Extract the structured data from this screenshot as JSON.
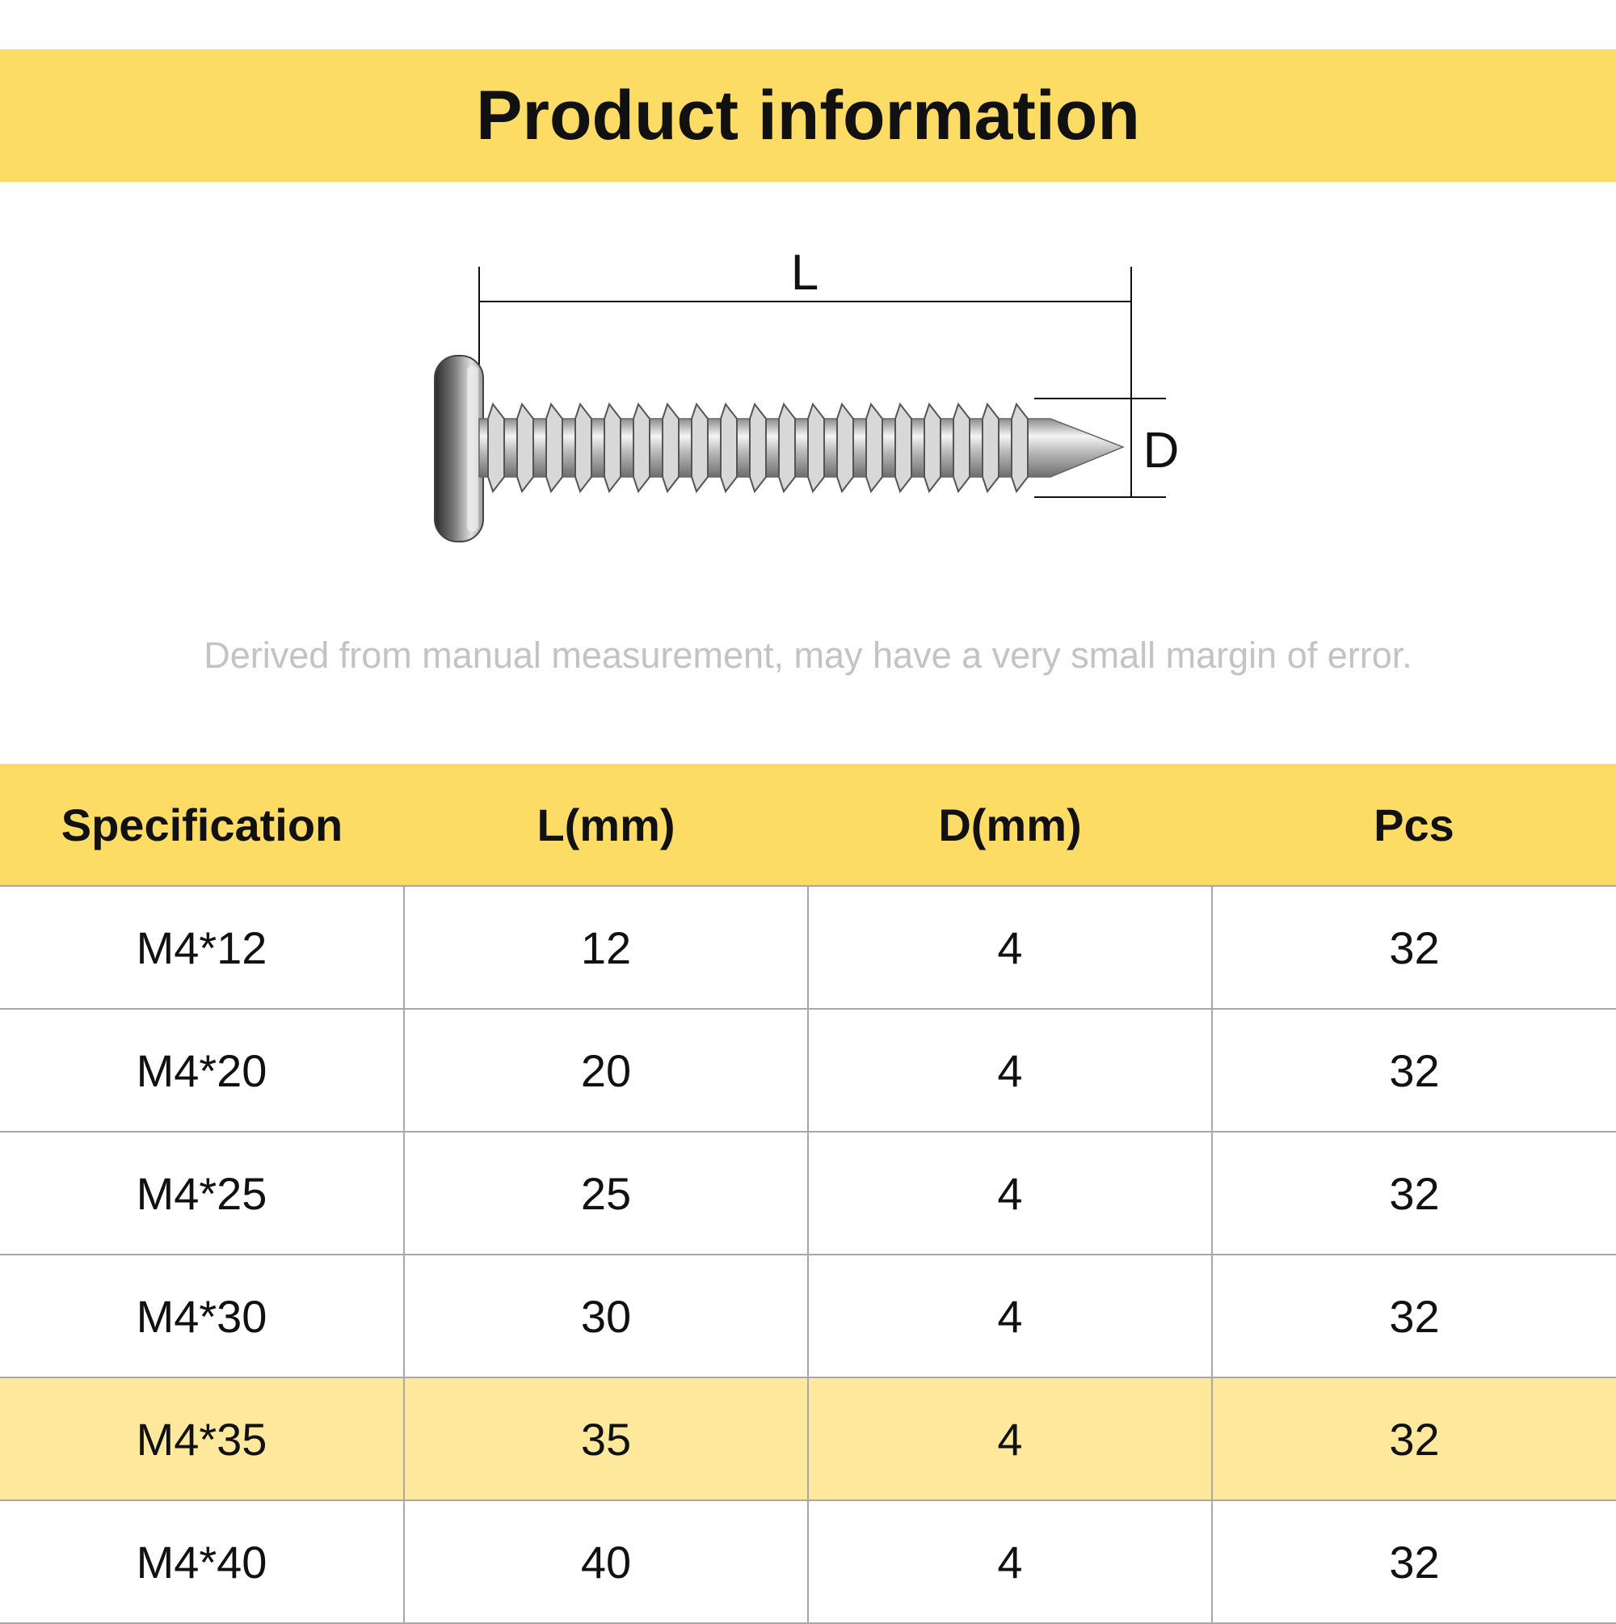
{
  "header": {
    "title": "Product information"
  },
  "diagram": {
    "length_label": "L",
    "diameter_label": "D"
  },
  "note": "Derived from manual measurement, may have a very small margin of error.",
  "table": {
    "headers": [
      "Specification",
      "L(mm)",
      "D(mm)",
      "Pcs"
    ],
    "highlighted_row": 4,
    "rows": [
      [
        "M4*12",
        "12",
        "4",
        "32"
      ],
      [
        "M4*20",
        "20",
        "4",
        "32"
      ],
      [
        "M4*25",
        "25",
        "4",
        "32"
      ],
      [
        "M4*30",
        "30",
        "4",
        "32"
      ],
      [
        "M4*35",
        "35",
        "4",
        "32"
      ],
      [
        "M4*40",
        "40",
        "4",
        "32"
      ]
    ]
  },
  "colors": {
    "accent": "#fcdc64",
    "highlight": "#fde89c",
    "note_text": "#c3c3c3"
  }
}
